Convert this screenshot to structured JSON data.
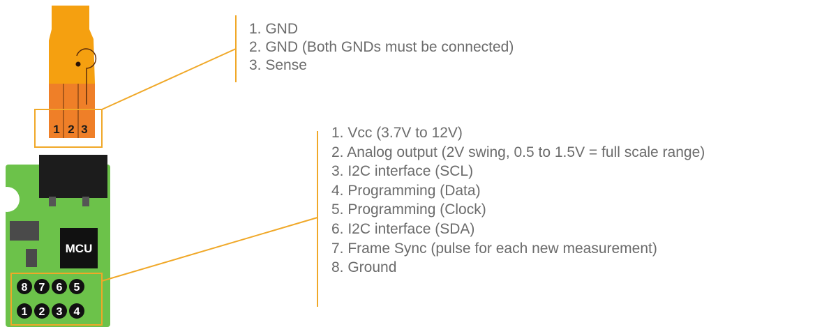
{
  "sensor_connector": {
    "pin_labels": [
      "1",
      "2",
      "3"
    ],
    "pins": [
      "1. GND",
      "2. GND (Both GNDs must be connected)",
      "3. Sense"
    ]
  },
  "board": {
    "chip_label": "MCU",
    "header_top_row": [
      "8",
      "7",
      "6",
      "5"
    ],
    "header_bottom_row": [
      "1",
      "2",
      "3",
      "4"
    ],
    "pins": [
      "1.  Vcc (3.7V to 12V)",
      "2.  Analog output (2V swing, 0.5 to 1.5V = full scale range)",
      "3.  I2C interface (SCL)",
      "4.  Programming (Data)",
      "5.  Programming (Clock)",
      "6.  I2C interface (SDA)",
      "7.  Frame Sync (pulse for each new measurement)",
      "8.  Ground"
    ]
  },
  "colors": {
    "orange_flex": "#f5a010",
    "orange_pins": "#ef7f28",
    "callout": "#f0a828",
    "pcb_green": "#6cc24a",
    "text": "#6b6b6b"
  }
}
